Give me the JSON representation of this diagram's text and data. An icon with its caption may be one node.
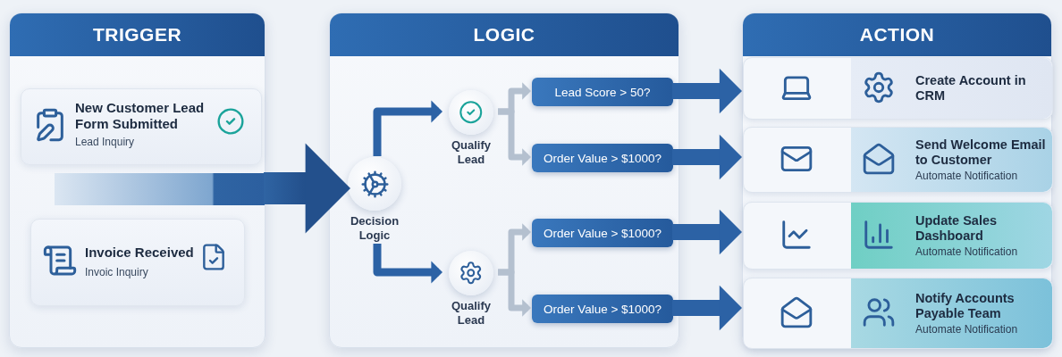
{
  "diagram": {
    "nodes": [
      {
        "text": [
          "TRIGGER"
        ]
      },
      {
        "text": [
          "New Customer Lead Form Submitted",
          "Lead Inquiry"
        ],
        "in": 0
      },
      {
        "text": [
          "Invoice Received",
          "Invoic Inquiry"
        ],
        "in": 0
      },
      {
        "text": [
          "LOGIC"
        ]
      },
      {
        "text": [
          "Decision Logic"
        ],
        "in": 3
      },
      {
        "text": [
          "Qualify Lead"
        ],
        "in": 3
      },
      {
        "text": [
          "Qualify Lead"
        ],
        "in": 3
      },
      {
        "text": [
          "Lead Score > 50?"
        ],
        "in": 3
      },
      {
        "text": [
          "Order Value > $1000?"
        ],
        "in": 3
      },
      {
        "text": [
          "Order Value > $1000?"
        ],
        "in": 3
      },
      {
        "text": [
          "Order Value > $1000?"
        ],
        "in": 3
      },
      {
        "text": [
          "ACTION"
        ]
      },
      {
        "text": [
          "Create Account in CRM"
        ],
        "in": 11
      },
      {
        "text": [
          "Send Welcome Email to Customer",
          "Automate Notification"
        ],
        "in": 11
      },
      {
        "text": [
          "Update Sales Dashboard",
          "Automate Notification"
        ],
        "in": 11
      },
      {
        "text": [
          "Notify Accounts Payable Team",
          "Automate Notification"
        ],
        "in": 11
      },
      {
        "text": [],
        "shape": "bar",
        "in": 0
      }
    ],
    "edges": [
      {
        "from": 16,
        "to": 4,
        "arrow": "to",
        "style": "thick"
      },
      {
        "from": 4,
        "to": 5,
        "arrow": "to"
      },
      {
        "from": 4,
        "to": 6,
        "arrow": "to"
      },
      {
        "from": 5,
        "to": 7,
        "arrow": "to",
        "color": "#b4c0cf"
      },
      {
        "from": 5,
        "to": 8,
        "arrow": "to",
        "color": "#b4c0cf"
      },
      {
        "from": 6,
        "to": 9,
        "arrow": "to",
        "color": "#b4c0cf"
      },
      {
        "from": 6,
        "to": 10,
        "arrow": "to",
        "color": "#b4c0cf"
      },
      {
        "from": 7,
        "to": 12,
        "arrow": "to",
        "style": "thick"
      },
      {
        "from": 8,
        "to": 13,
        "arrow": "to",
        "style": "thick"
      },
      {
        "from": 9,
        "to": 14,
        "arrow": "to",
        "style": "thick"
      },
      {
        "from": 10,
        "to": 15,
        "arrow": "to",
        "style": "thick"
      }
    ]
  }
}
